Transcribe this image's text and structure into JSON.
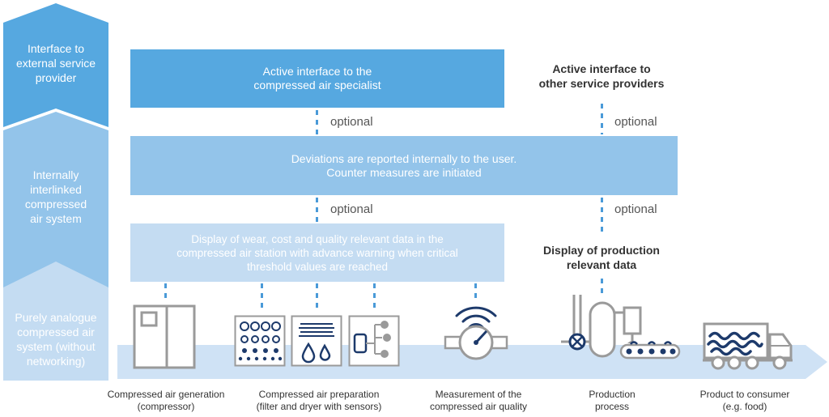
{
  "levels": {
    "external": "Interface to external service provider",
    "internal": "Internally interlinked compressed air system",
    "analogue": "Purely analogue compressed air system (without networking)"
  },
  "boxes": {
    "specialist": [
      "Active interface to the",
      "compressed air specialist"
    ],
    "deviations": [
      "Deviations are reported internally to the user.",
      "Counter measures are initiated"
    ],
    "display_data": [
      "Display of wear, cost and quality relevant data in the",
      "compressed air station with advance warning when critical",
      "threshold values are reached"
    ]
  },
  "right_headings": {
    "other_providers": [
      "Active interface to",
      "other service providers"
    ],
    "production_data": [
      "Display of production",
      "relevant data"
    ]
  },
  "optional_label": "optional",
  "stations": [
    {
      "label": [
        "Compressed air generation",
        "(compressor)"
      ],
      "icon": "compressor-icon"
    },
    {
      "label": [
        "Compressed air preparation",
        "(filter and dryer with sensors)"
      ],
      "icon": "filter-dryer-icon"
    },
    {
      "label": [
        "Measurement of the",
        "compressed air quality"
      ],
      "icon": "pressure-gauge-icon"
    },
    {
      "label": [
        "Production",
        "process"
      ],
      "icon": "production-process-icon"
    },
    {
      "label": [
        "Product to consumer",
        "(e.g. food)"
      ],
      "icon": "delivery-truck-icon"
    }
  ],
  "colors": {
    "level_top": "#56a8e0",
    "level_mid": "#93c4ea",
    "level_bottom": "#c4dcf2",
    "box_dark": "#56a8e0",
    "box_mid": "#93c4ea",
    "box_light": "#c4dcf2",
    "arrow": "#cfe2f5",
    "icon_navy": "#1d3a6b",
    "icon_grey": "#9a9a9a",
    "dash": "#4a9ad8"
  }
}
